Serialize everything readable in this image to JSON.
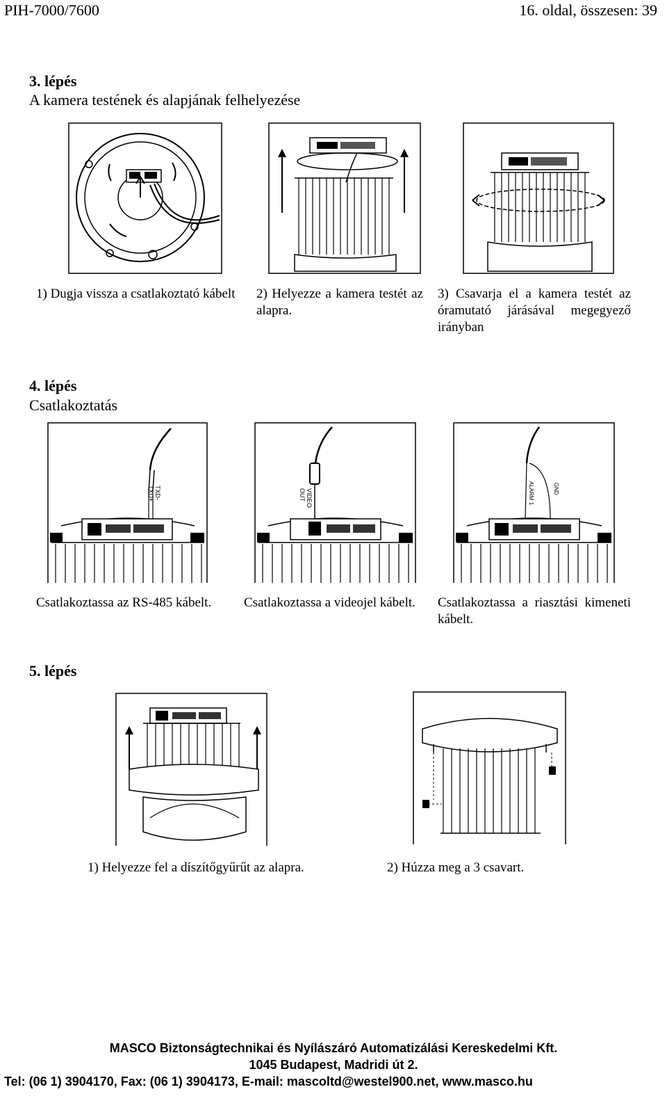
{
  "header": {
    "doc_id": "PIH-7000/7600",
    "page_info": "16. oldal, összesen: 39"
  },
  "step3": {
    "heading": "3. lépés",
    "subtitle": "A kamera testének és alapjának felhelyezése",
    "captions": [
      "1) Dugja vissza a csatlakoztató kábelt",
      "2) Helyezze a kamera testét az alapra.",
      "3) Csavarja el a kamera testét az óramutató járásával megegyező irányban"
    ]
  },
  "step4": {
    "heading": "4. lépés",
    "subtitle": "Csatlakoztatás",
    "fig_labels": {
      "rs485_top": "TXD-",
      "rs485_bottom": "TXD+",
      "video_top": "VIDEO",
      "video_bottom": "OUT",
      "alarm": "ALARM 1",
      "gnd": "GND"
    },
    "captions": [
      "Csatlakoztassa az RS-485 kábelt.",
      "Csatlakoztassa a videojel kábelt.",
      "Csatlakoztassa a riasztási kimeneti kábelt."
    ]
  },
  "step5": {
    "heading": "5. lépés",
    "captions": [
      "1) Helyezze fel a díszítőgyűrűt az alapra.",
      "2) Húzza meg a 3 csavart."
    ]
  },
  "footer": {
    "company": "MASCO Biztonságtechnikai és Nyílászáró Automatizálási Kereskedelmi Kft.",
    "address": "1045 Budapest, Madridi út 2.",
    "contact": "Tel: (06 1) 3904170, Fax: (06 1) 3904173, E-mail: mascoltd@westel900.net, www.masco.hu"
  }
}
